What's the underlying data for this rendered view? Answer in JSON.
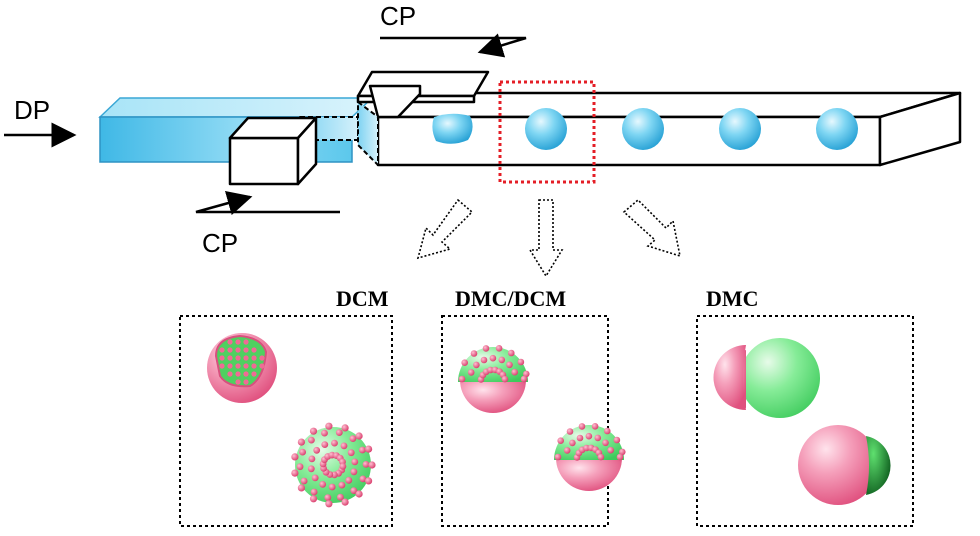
{
  "labels": {
    "dp": "DP",
    "cp_top": "CP",
    "cp_bottom": "CP"
  },
  "panels": [
    {
      "title": "DCM",
      "morphology": "core-shell sphere (cutaway) + sphere with pink surface dots"
    },
    {
      "title": "DMC/DCM",
      "morphology": "dotted green cap on pink hemisphere"
    },
    {
      "title": "DMC",
      "morphology": "pink / green Janus particle"
    }
  ],
  "colors": {
    "dispersed_phase": "#5cc8ec",
    "droplet": "#6fd0f0",
    "pink": "#ee6f96",
    "green": "#6fe48a",
    "zoom_box": "#e41e26",
    "outline": "#000000"
  },
  "channel_droplet_count": 5
}
